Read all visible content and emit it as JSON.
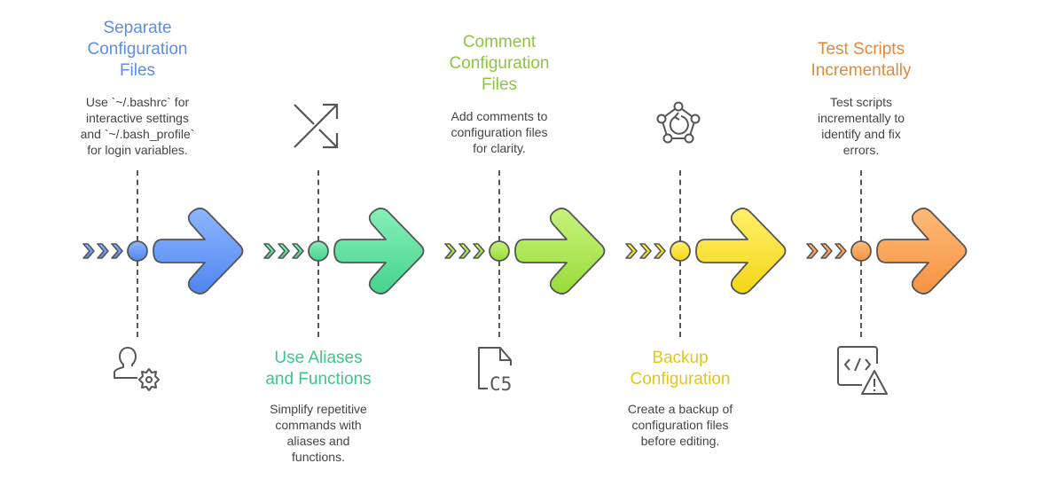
{
  "diagram": {
    "type": "horizontal-process-flow",
    "steps": [
      {
        "title_lines": [
          "Separate",
          "Configuration",
          "Files"
        ],
        "description_lines": [
          "Use `~/.bashrc` for",
          "interactive settings",
          "and `~/.bash_profile`",
          "for login variables."
        ],
        "position": "top",
        "icon": "user-gear-icon",
        "color": "#5b8ee6",
        "fill_light": "#8db6ff",
        "fill_dark": "#4f86f0"
      },
      {
        "title_lines": [
          "Use Aliases",
          "and Functions"
        ],
        "description_lines": [
          "Simplify repetitive",
          "commands with",
          "aliases and",
          "functions."
        ],
        "position": "bottom",
        "icon": "shuffle-icon",
        "color": "#3fc489",
        "fill_light": "#86f0b8",
        "fill_dark": "#45d38e"
      },
      {
        "title_lines": [
          "Comment",
          "Configuration",
          "Files"
        ],
        "description_lines": [
          "Add comments to",
          "configuration files",
          "for clarity."
        ],
        "position": "top",
        "icon": "code-file-icon",
        "icon_text": "C5",
        "color": "#8cc63f",
        "fill_light": "#c7f27a",
        "fill_dark": "#98dc3a"
      },
      {
        "title_lines": [
          "Backup",
          "Configuration"
        ],
        "description_lines": [
          "Create a backup of",
          "configuration files",
          "before editing."
        ],
        "position": "bottom",
        "icon": "backup-network-icon",
        "color": "#e3c41f",
        "fill_light": "#fff06a",
        "fill_dark": "#f5d616"
      },
      {
        "title_lines": [
          "Test Scripts",
          "Incrementally"
        ],
        "description_lines": [
          "Test scripts",
          "incrementally to",
          "identify and fix",
          "errors."
        ],
        "position": "top",
        "icon": "code-warning-icon",
        "color": "#e08a3c",
        "fill_light": "#ffb978",
        "fill_dark": "#f59442"
      }
    ]
  }
}
